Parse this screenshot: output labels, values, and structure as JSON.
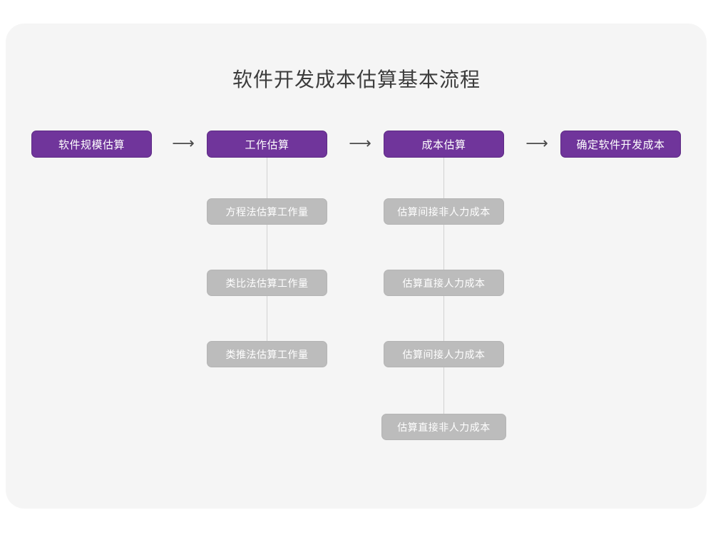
{
  "page": {
    "title": "软件开发成本估算基本流程",
    "background_color": "#ffffff",
    "card_color": "#f5f5f5",
    "accent_color": "#70359b",
    "sub_color": "#bcbcbc",
    "title_color": "#3c3c3c"
  },
  "flow": {
    "arrow_glyph": "⟶",
    "steps": [
      {
        "id": "step-1",
        "label": "软件规模估算",
        "substeps": []
      },
      {
        "id": "step-2",
        "label": "工作估算",
        "substeps": [
          {
            "id": "sub-2-1",
            "label": "方程法估算工作量"
          },
          {
            "id": "sub-2-2",
            "label": "类比法估算工作量"
          },
          {
            "id": "sub-2-3",
            "label": "类推法估算工作量"
          }
        ]
      },
      {
        "id": "step-3",
        "label": "成本估算",
        "substeps": [
          {
            "id": "sub-3-1",
            "label": "估算间接非人力成本"
          },
          {
            "id": "sub-3-2",
            "label": "估算直接人力成本"
          },
          {
            "id": "sub-3-3",
            "label": "估算间接人力成本"
          },
          {
            "id": "sub-3-4",
            "label": "估算直接非人力成本"
          }
        ]
      },
      {
        "id": "step-4",
        "label": "确定软件开发成本",
        "substeps": []
      }
    ],
    "arrows": [
      {
        "id": "arrow-1",
        "glyph": "⟶"
      },
      {
        "id": "arrow-2",
        "glyph": "⟶"
      },
      {
        "id": "arrow-3",
        "glyph": "⟶"
      }
    ]
  }
}
